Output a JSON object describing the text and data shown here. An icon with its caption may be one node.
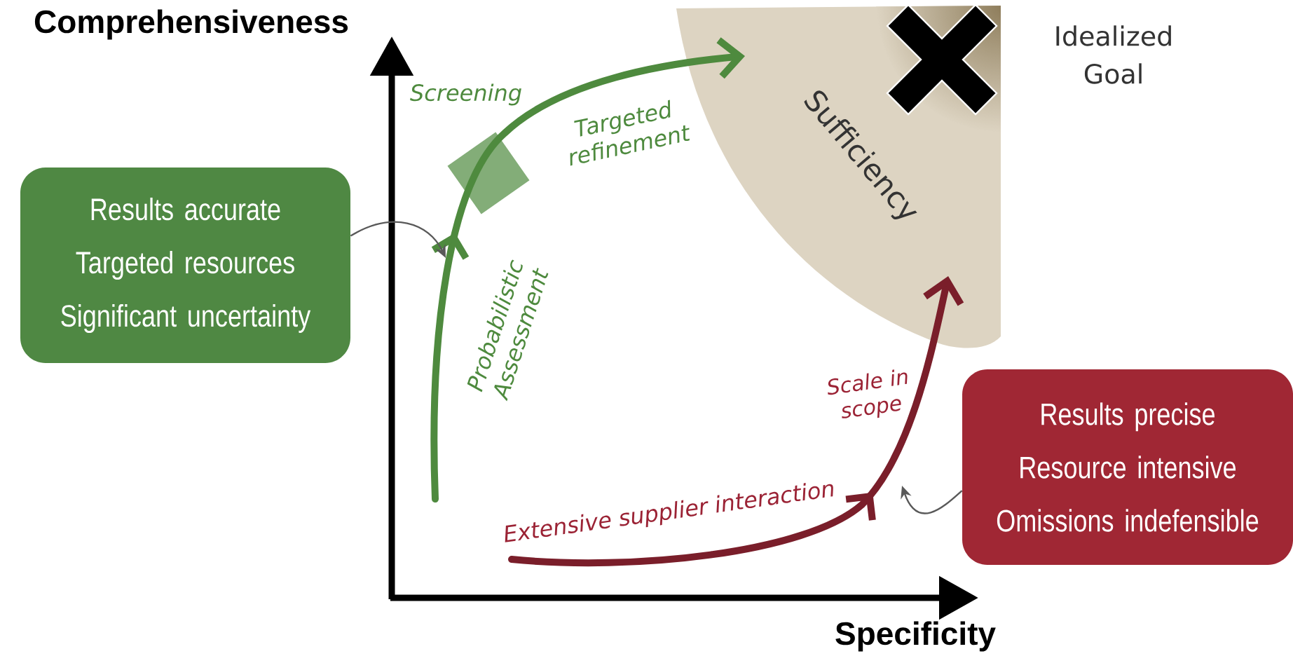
{
  "diagram": {
    "nodes": [
      {
        "text": [
          "Results accurate",
          "Targeted resources",
          "Significant uncertainty"
        ]
      },
      {
        "text": [
          "Results precise",
          "Resource intensive",
          "Omissions indefensible"
        ]
      },
      {
        "text": [
          "Sufficiency"
        ]
      },
      {
        "text": [],
        "shape": "cross",
        "in": 2
      },
      {
        "text": [],
        "shape": "box"
      }
    ],
    "edges": [
      {
        "from": null,
        "to": 2,
        "arrow": "to",
        "style": "thick",
        "color": "#4e8a3e"
      },
      {
        "from": null,
        "to": 2,
        "arrow": "to",
        "style": "thick",
        "color": "#7a1e2a"
      },
      {
        "from": 0,
        "to": null,
        "arrow": "to"
      },
      {
        "from": 1,
        "to": null,
        "arrow": "to"
      }
    ],
    "labels": [
      "Comprehensiveness",
      "Idealized Goal",
      "Screening",
      "Targeted refinement",
      "Probabilistic Assessment",
      "Scale in scope",
      "Extensive supplier interaction",
      "Specificity"
    ]
  }
}
